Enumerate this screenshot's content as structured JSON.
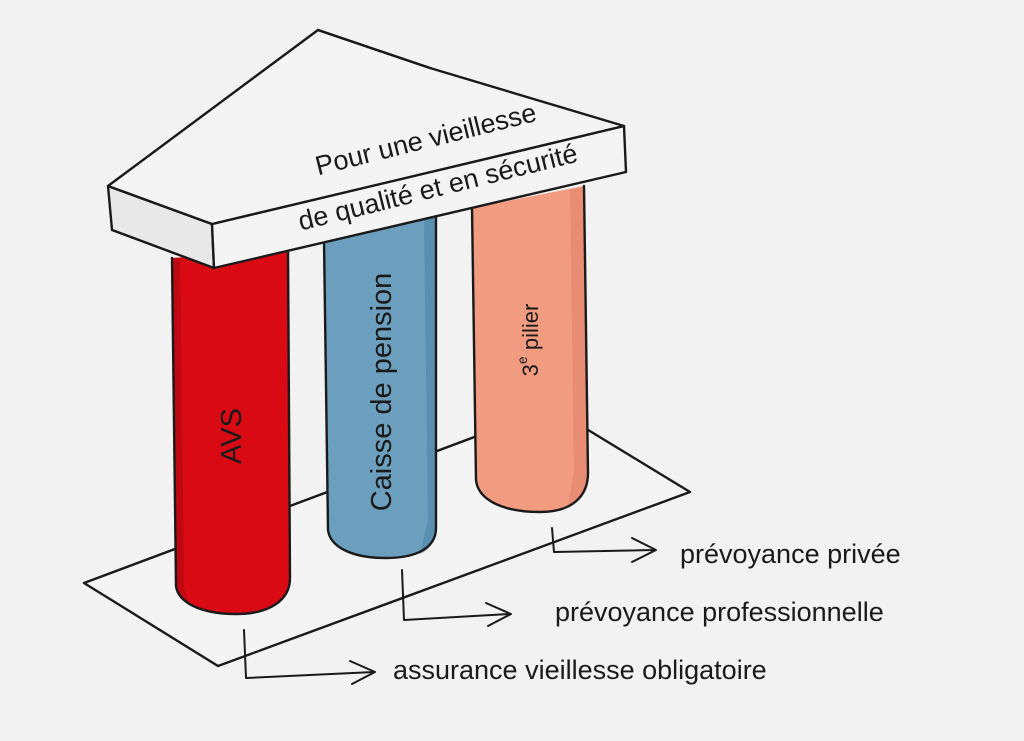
{
  "roof": {
    "line1": "Pour une vieillesse",
    "line2": "de qualité et en sécurité"
  },
  "pillars": [
    {
      "label": "AVS",
      "color": "#d90a14",
      "shade": "#a80810"
    },
    {
      "label": "Caisse de pension",
      "color": "#6b9fbd",
      "shade": "#4f86a8"
    },
    {
      "label_base": "3",
      "label_sup": "e",
      "label_rest": " pilier",
      "color": "#f19b80",
      "shade": "#e0826a"
    }
  ],
  "annotations": [
    {
      "text": "prévoyance privée"
    },
    {
      "text": "prévoyance professionnelle"
    },
    {
      "text": "assurance vieillesse obligatoire"
    }
  ],
  "colors": {
    "background": "#f2f2f2",
    "outline": "#1a1a1a",
    "roof": "#f4f4f4",
    "base": "#f4f4f4"
  }
}
